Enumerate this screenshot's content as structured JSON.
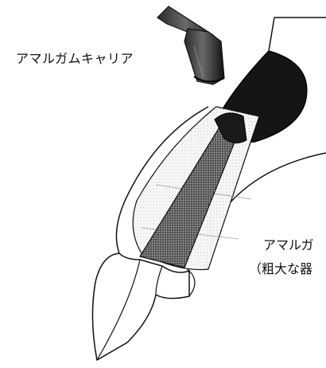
{
  "labels": {
    "carrier": "アマルガムキャリア",
    "amalgam_line1": "アマルガ",
    "amalgam_line2": "（粗大な器"
  },
  "colors": {
    "ink": "#111111",
    "dark_fill": "#1a1a1a",
    "hatch": "#555555",
    "paper": "#ffffff"
  }
}
